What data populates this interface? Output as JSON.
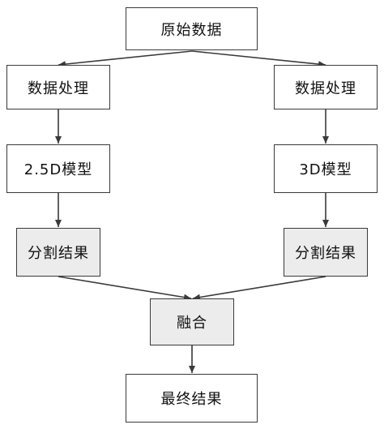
{
  "nodes": {
    "raw_data": "原始数据",
    "process_left": "数据处理",
    "process_right": "数据处理",
    "model_25d": "2.5D模型",
    "model_3d": "3D模型",
    "seg_left": "分割结果",
    "seg_right": "分割结果",
    "fusion": "融合",
    "final": "最终结果"
  },
  "colors": {
    "border": "#3a3a3a",
    "shaded_fill": "#ececec",
    "arrow": "#3a3a3a"
  }
}
